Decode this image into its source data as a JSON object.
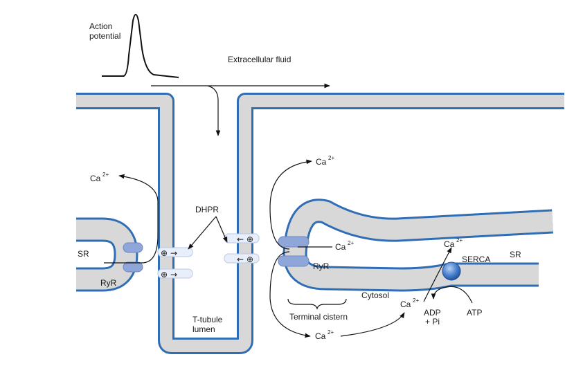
{
  "labels": {
    "action_potential_line1": "Action",
    "action_potential_line2": "potential",
    "extracellular_fluid": "Extracellular fluid",
    "ca_left_top": "Ca",
    "ca_right_top": "Ca",
    "ca_ryr_right": "Ca",
    "ca_serca": "Ca",
    "ca_cytosol": "Ca",
    "ca_bottom": "Ca",
    "ca_charge": "2+",
    "dhpr": "DHPR",
    "sr_left": "SR",
    "ryr_left": "RyR",
    "ryr_right": "RyR",
    "serca": "SERCA",
    "sr_right": "SR",
    "cytosol": "Cytosol",
    "terminal_cistern": "Terminal cistern",
    "adp_line1": "ADP",
    "adp_line2": "+ Pi",
    "atp": "ATP",
    "t_tubule_line1": "T-tubule",
    "t_tubule_line2": "lumen"
  },
  "symbols": {
    "positive_charge": "⊕",
    "left_arrow": "←",
    "right_arrow": "→"
  },
  "colors": {
    "membrane_outline": "#2f6db5",
    "membrane_fill": "#d8d8d8",
    "channel_fill": "#8fa6d8",
    "serca_fill": "#3f78c8",
    "arrow": "#111111"
  }
}
